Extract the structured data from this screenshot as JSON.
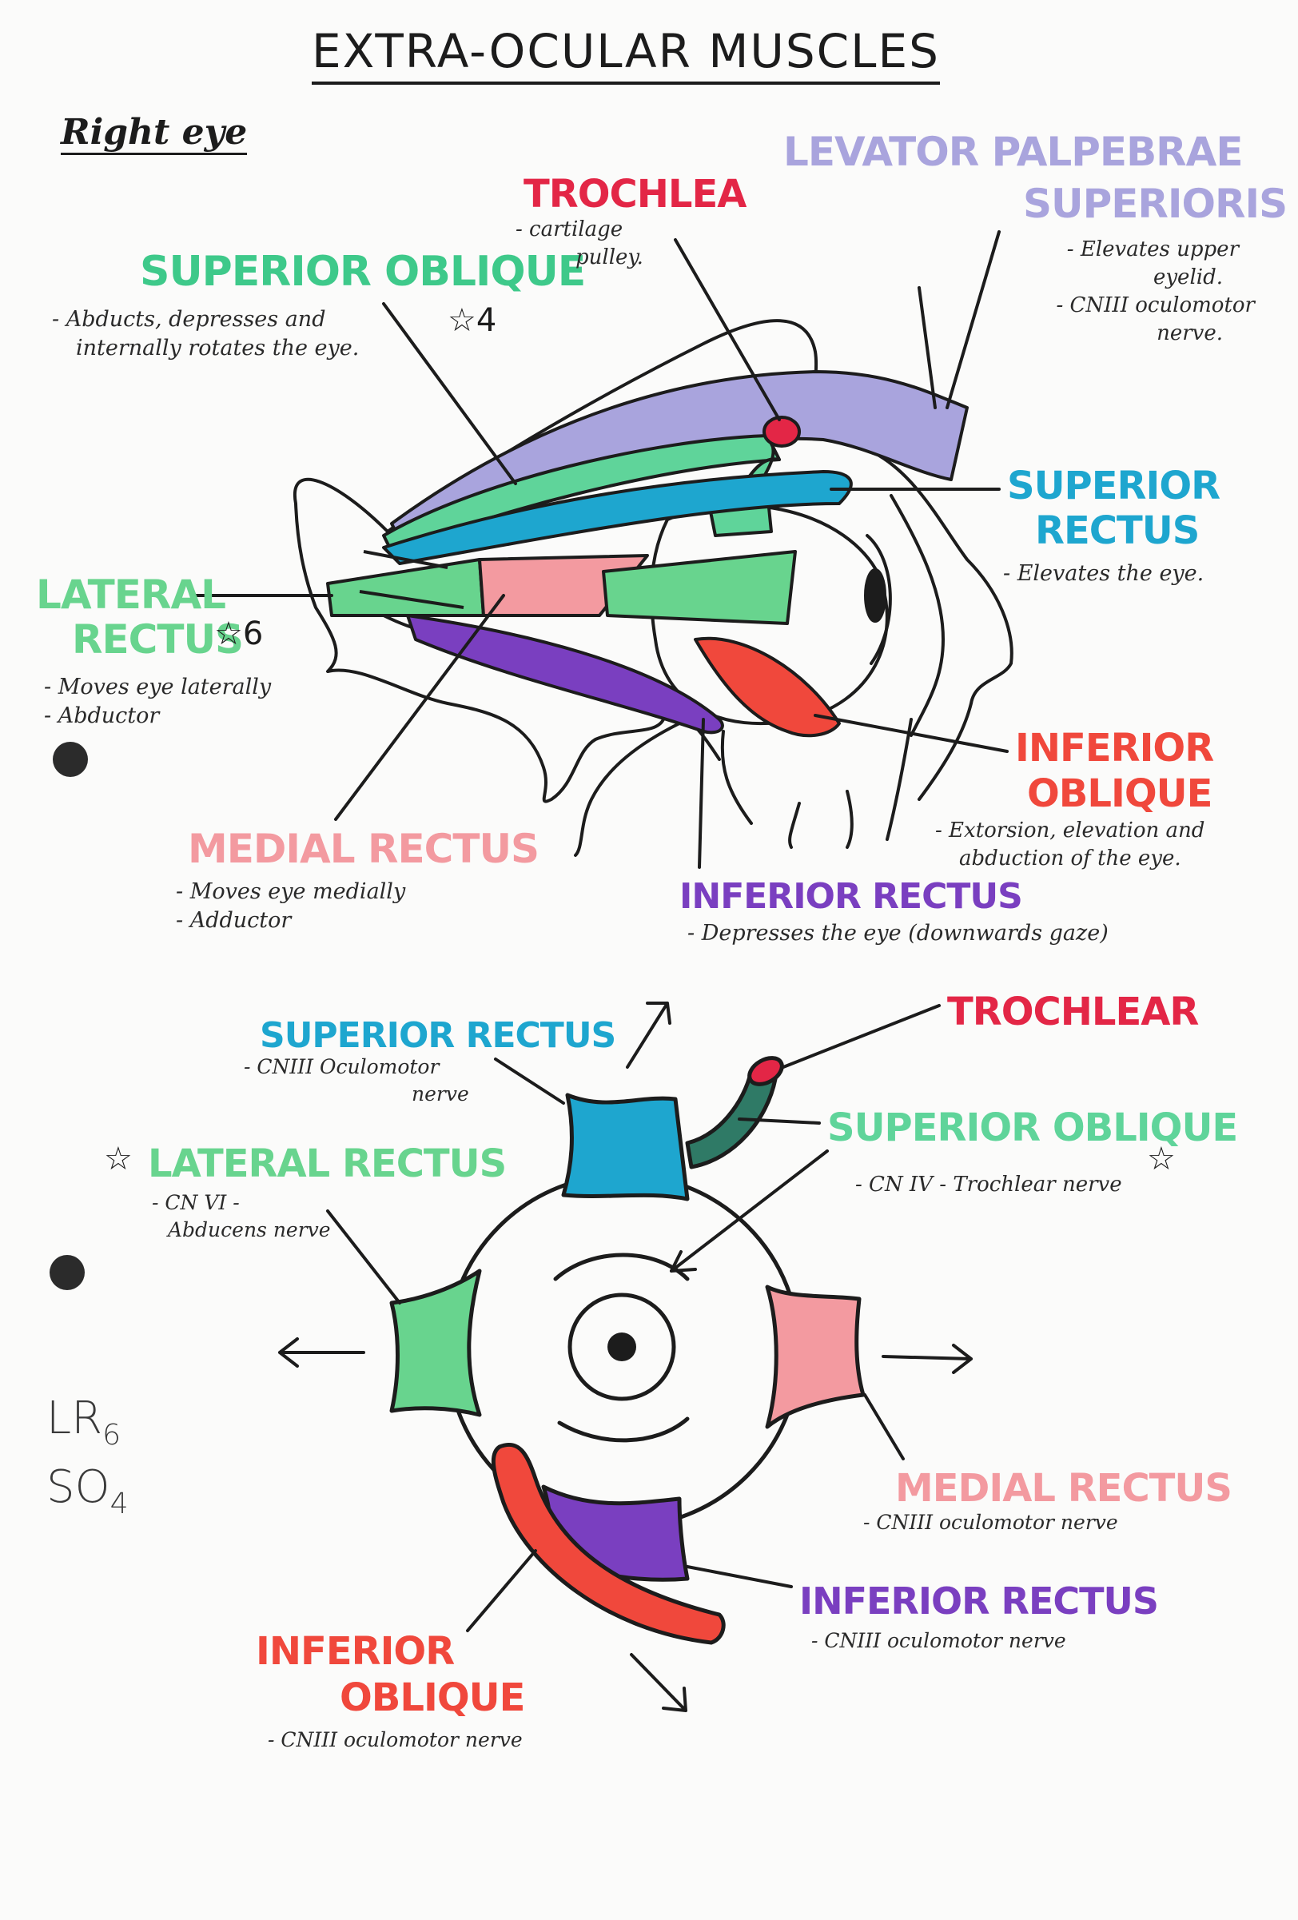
{
  "title": "EXTRA-OCULAR MUSCLES",
  "subtitle": "Right eye",
  "colors": {
    "superior_oblique": "#5fd49a",
    "lateral_rectus": "#68d48e",
    "medial_rectus": "#f39aa0",
    "superior_rectus": "#1ea6cf",
    "inferior_rectus": "#7a3fc0",
    "inferior_oblique": "#f0483c",
    "levator": "#a9a4dd",
    "trochlea": "#e32646",
    "ink": "#1c1c1c"
  },
  "lateral_view": {
    "superior_oblique": {
      "label": "SUPERIOR OBLIQUE",
      "notes": [
        "- Abducts, depresses and",
        "internally rotates the eye."
      ],
      "star": "☆4"
    },
    "trochlea": {
      "label": "TROCHLEA",
      "notes": [
        "- cartilage",
        "pulley."
      ]
    },
    "levator": {
      "label_lines": [
        "LEVATOR PALPEBRAE",
        "SUPERIORIS"
      ],
      "notes": [
        "- Elevates upper",
        "eyelid.",
        "- CNIII oculomotor",
        "nerve."
      ]
    },
    "superior_rectus": {
      "label_lines": [
        "SUPERIOR",
        "RECTUS"
      ],
      "notes": [
        "- Elevates the eye."
      ]
    },
    "lateral_rectus": {
      "label_lines": [
        "LATERAL",
        "RECTUS"
      ],
      "star": "☆6",
      "notes": [
        "- Moves eye laterally",
        "- Abductor"
      ]
    },
    "inferior_oblique": {
      "label_lines": [
        "INFERIOR",
        "OBLIQUE"
      ],
      "notes": [
        "- Extorsion, elevation and",
        "abduction of the eye."
      ]
    },
    "medial_rectus": {
      "label": "MEDIAL RECTUS",
      "notes": [
        "- Moves eye medially",
        "- Adductor"
      ]
    },
    "inferior_rectus": {
      "label": "INFERIOR RECTUS",
      "notes": [
        "- Depresses the eye (downwards gaze)"
      ]
    }
  },
  "front_view": {
    "superior_rectus": {
      "label": "SUPERIOR RECTUS",
      "notes": [
        "- CNIII Oculomotor",
        "nerve"
      ]
    },
    "trochlear": {
      "label": "TROCHLEAR"
    },
    "superior_oblique": {
      "label": "SUPERIOR OBLIQUE",
      "star": "☆",
      "notes": [
        "- CN IV - Trochlear nerve"
      ]
    },
    "lateral_rectus": {
      "label": "LATERAL RECTUS",
      "star": "☆",
      "notes": [
        "- CN VI -",
        "Abducens nerve"
      ]
    },
    "medial_rectus": {
      "label": "MEDIAL RECTUS",
      "notes": [
        "- CNIII oculomotor nerve"
      ]
    },
    "inferior_rectus": {
      "label": "INFERIOR RECTUS",
      "notes": [
        "- CNIII oculomotor nerve"
      ]
    },
    "inferior_oblique": {
      "label_lines": [
        "INFERIOR",
        "OBLIQUE"
      ],
      "notes": [
        "- CNIII oculomotor nerve"
      ]
    }
  },
  "margin_notes": {
    "lr": "LR",
    "lr_sub": "6",
    "so": "SO",
    "so_sub": "4"
  }
}
